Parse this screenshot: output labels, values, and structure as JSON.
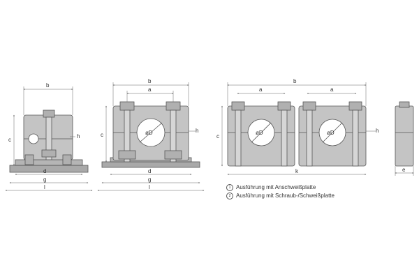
{
  "dimensions": {
    "a": "a",
    "b": "b",
    "c": "c",
    "d": "d",
    "e": "e",
    "g": "g",
    "h": "h",
    "k": "k",
    "l": "l",
    "diameter": "øD"
  },
  "legend": [
    {
      "marker": "①",
      "text": "Ausführung mit Anschweißplatte"
    },
    {
      "marker": "②",
      "text": "Ausführung mit Schraub-/Schweißplatte"
    }
  ],
  "colors": {
    "body": "#bfbfbf",
    "base": "#a9a9a9",
    "line": "#555555",
    "dimension": "#666666"
  }
}
